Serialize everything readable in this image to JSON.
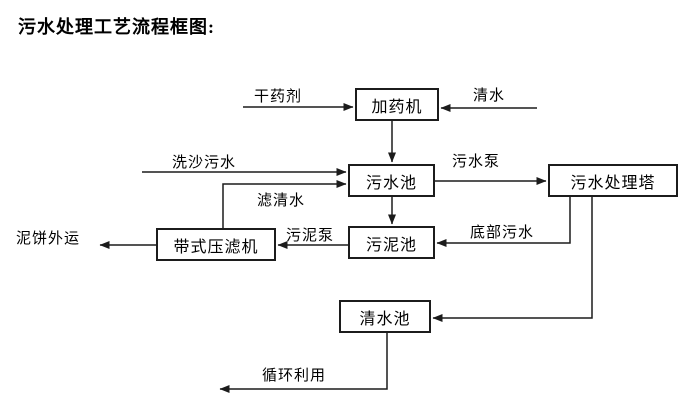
{
  "title": "污水处理工艺流程框图:",
  "nodes": {
    "dosing_machine": "加药机",
    "sewage_pool": "污水池",
    "treatment_tower": "污水处理塔",
    "sludge_pool": "污泥池",
    "belt_filter_press": "带式压滤机",
    "clean_water_pool": "清水池"
  },
  "flow_labels": {
    "dry_chemical": "干药剂",
    "clean_water": "清水",
    "sand_washing_sewage": "洗沙污水",
    "filtered_water": "滤清水",
    "sewage_pump": "污水泵",
    "bottom_sewage": "底部污水",
    "sludge_pump": "污泥泵",
    "mud_cake_out": "泥饼外运",
    "recycle_use": "循环利用"
  },
  "edges": [
    {
      "from": "dry_chemical",
      "to": "dosing_machine"
    },
    {
      "from": "clean_water",
      "to": "dosing_machine"
    },
    {
      "from": "dosing_machine",
      "to": "sewage_pool"
    },
    {
      "from": "sand_washing_sewage",
      "to": "sewage_pool"
    },
    {
      "from": "belt_filter_press",
      "to": "sewage_pool",
      "label": "滤清水"
    },
    {
      "from": "sewage_pool",
      "to": "treatment_tower",
      "label": "污水泵"
    },
    {
      "from": "sewage_pool",
      "to": "sludge_pool"
    },
    {
      "from": "treatment_tower",
      "to": "sludge_pool",
      "label": "底部污水"
    },
    {
      "from": "sludge_pool",
      "to": "belt_filter_press",
      "label": "污泥泵"
    },
    {
      "from": "belt_filter_press",
      "to": "mud_cake_out"
    },
    {
      "from": "treatment_tower",
      "to": "clean_water_pool"
    },
    {
      "from": "clean_water_pool",
      "to": "recycle_use",
      "label": "循环利用"
    }
  ],
  "colors": {
    "line": "#1c1c1c",
    "background": "#ffffff",
    "text": "#000000"
  }
}
